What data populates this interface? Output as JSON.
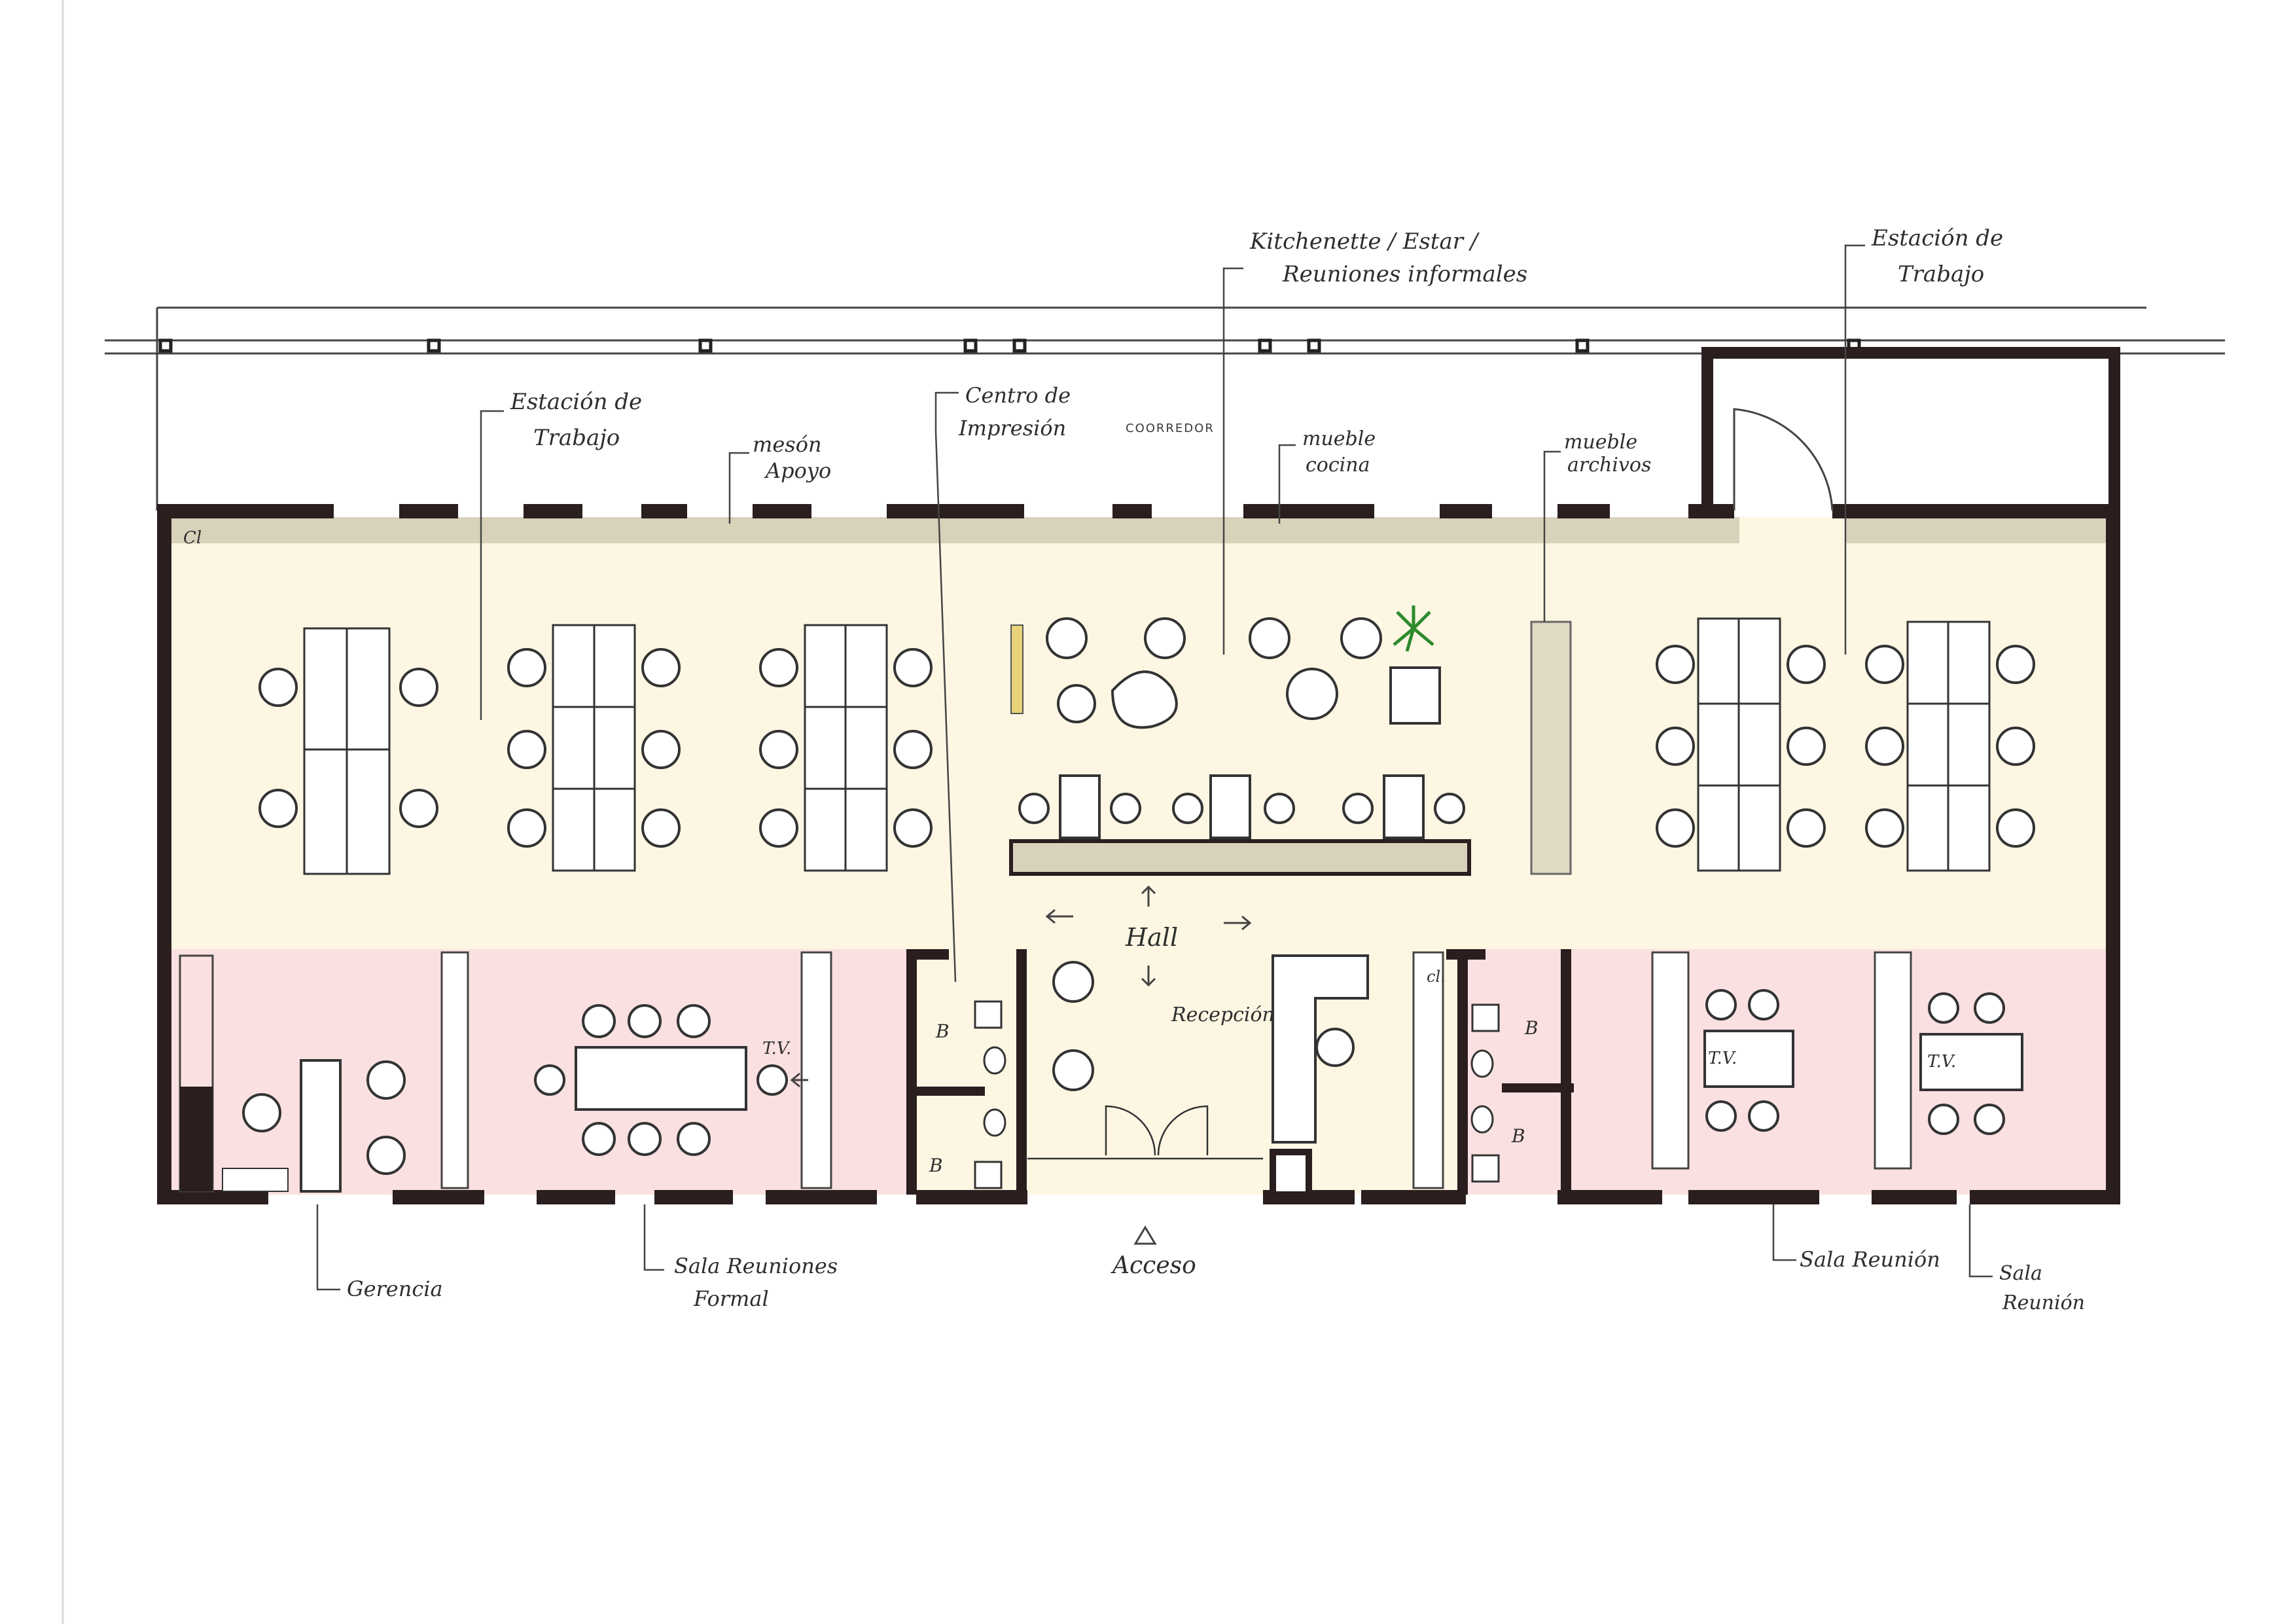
{
  "labels": {
    "estacion_trabajo_left_1": "Estación de",
    "estacion_trabajo_left_2": "Trabajo",
    "meson_apoyo_1": "mesón",
    "meson_apoyo_2": "Apoyo",
    "centro_impresion_1": "Centro de",
    "centro_impresion_2": "Impresión",
    "coorredor": "COORREDOR",
    "kitchenette_1": "Kitchenette / Estar /",
    "kitchenette_2": "Reuniones informales",
    "mueble_cocina_1": "mueble",
    "mueble_cocina_2": "cocina",
    "mueble_archivos_1": "mueble",
    "mueble_archivos_2": "archivos",
    "estacion_trabajo_right_1": "Estación de",
    "estacion_trabajo_right_2": "Trabajo",
    "cl_top": "Cl",
    "hall": "Hall",
    "recepcion": "Recepción",
    "tv_formal": "T.V.",
    "b_left_1": "B",
    "b_left_2": "B",
    "b_right_1": "B",
    "b_right_2": "B",
    "cl_bath": "cl.",
    "tv_sala_1": "T.V.",
    "tv_sala_2": "T.V.",
    "gerencia": "Gerencia",
    "sala_formal_1": "Sala Reuniones",
    "sala_formal_2": "Formal",
    "acceso": "Acceso",
    "sala_reunion_1": "Sala Reunión",
    "sala_reunion_2a": "Sala",
    "sala_reunion_2b": "Reunión"
  },
  "colors": {
    "open_area": "#fcf6e3",
    "rooms": "#fae0e0",
    "counter": "#d9d2bb",
    "walls": "#2a1e1e",
    "plant": "#2d8a2d"
  }
}
